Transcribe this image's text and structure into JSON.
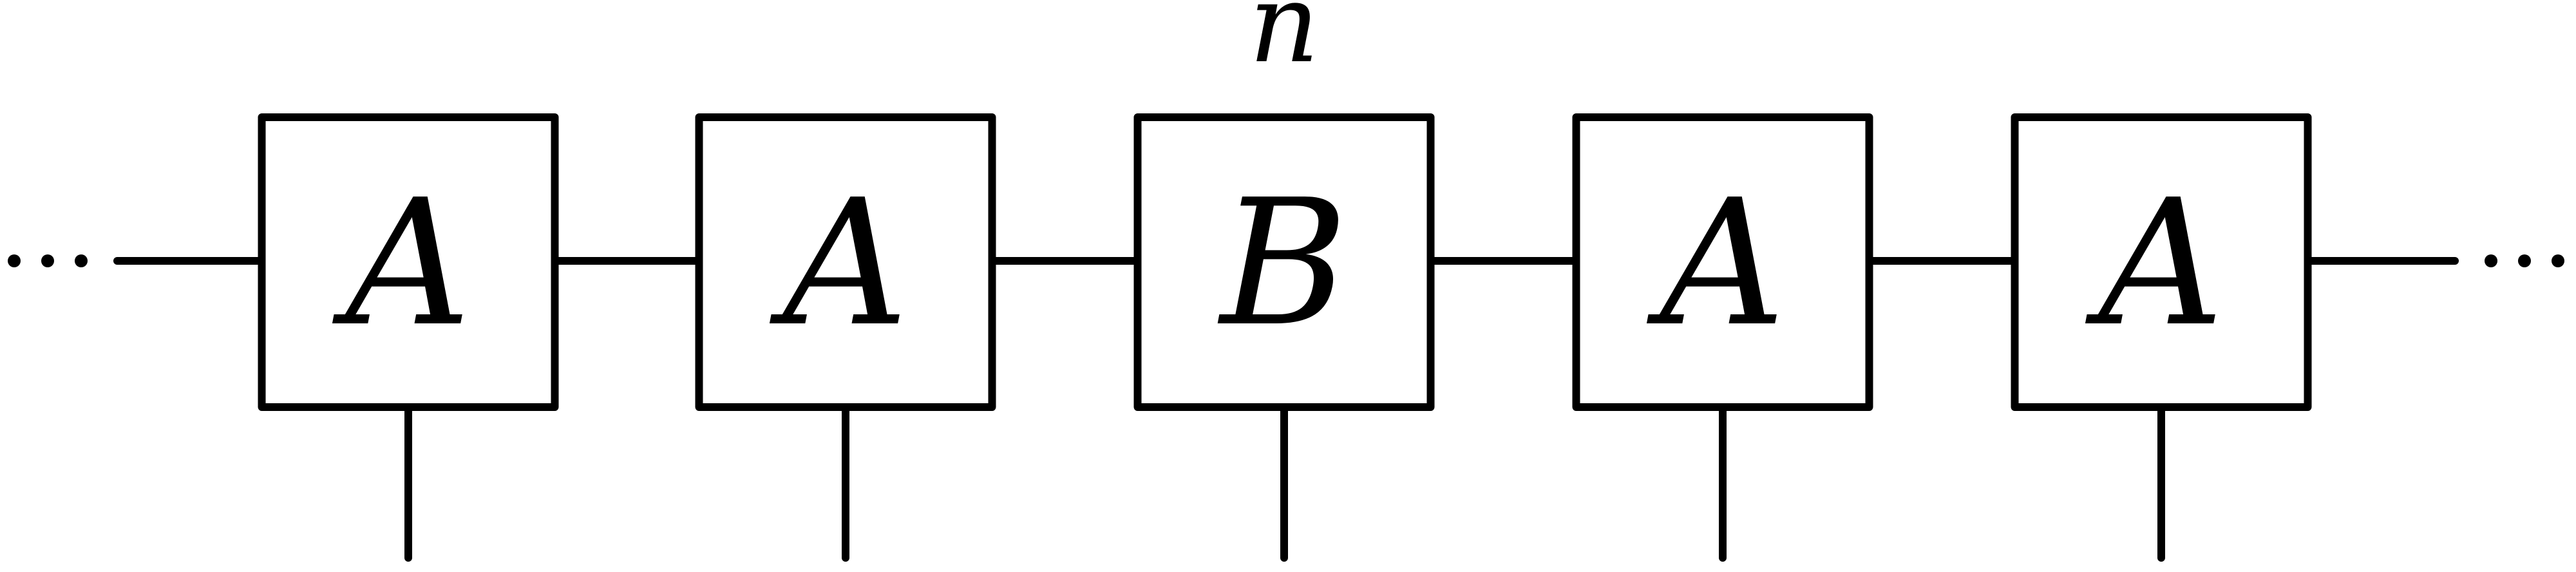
{
  "diagram": {
    "site_label": "n",
    "tensors": [
      {
        "label": "A"
      },
      {
        "label": "A"
      },
      {
        "label": "B"
      },
      {
        "label": "A"
      },
      {
        "label": "A"
      }
    ],
    "highlighted_index": 2,
    "continuation": "left-and-right-ellipsis"
  }
}
